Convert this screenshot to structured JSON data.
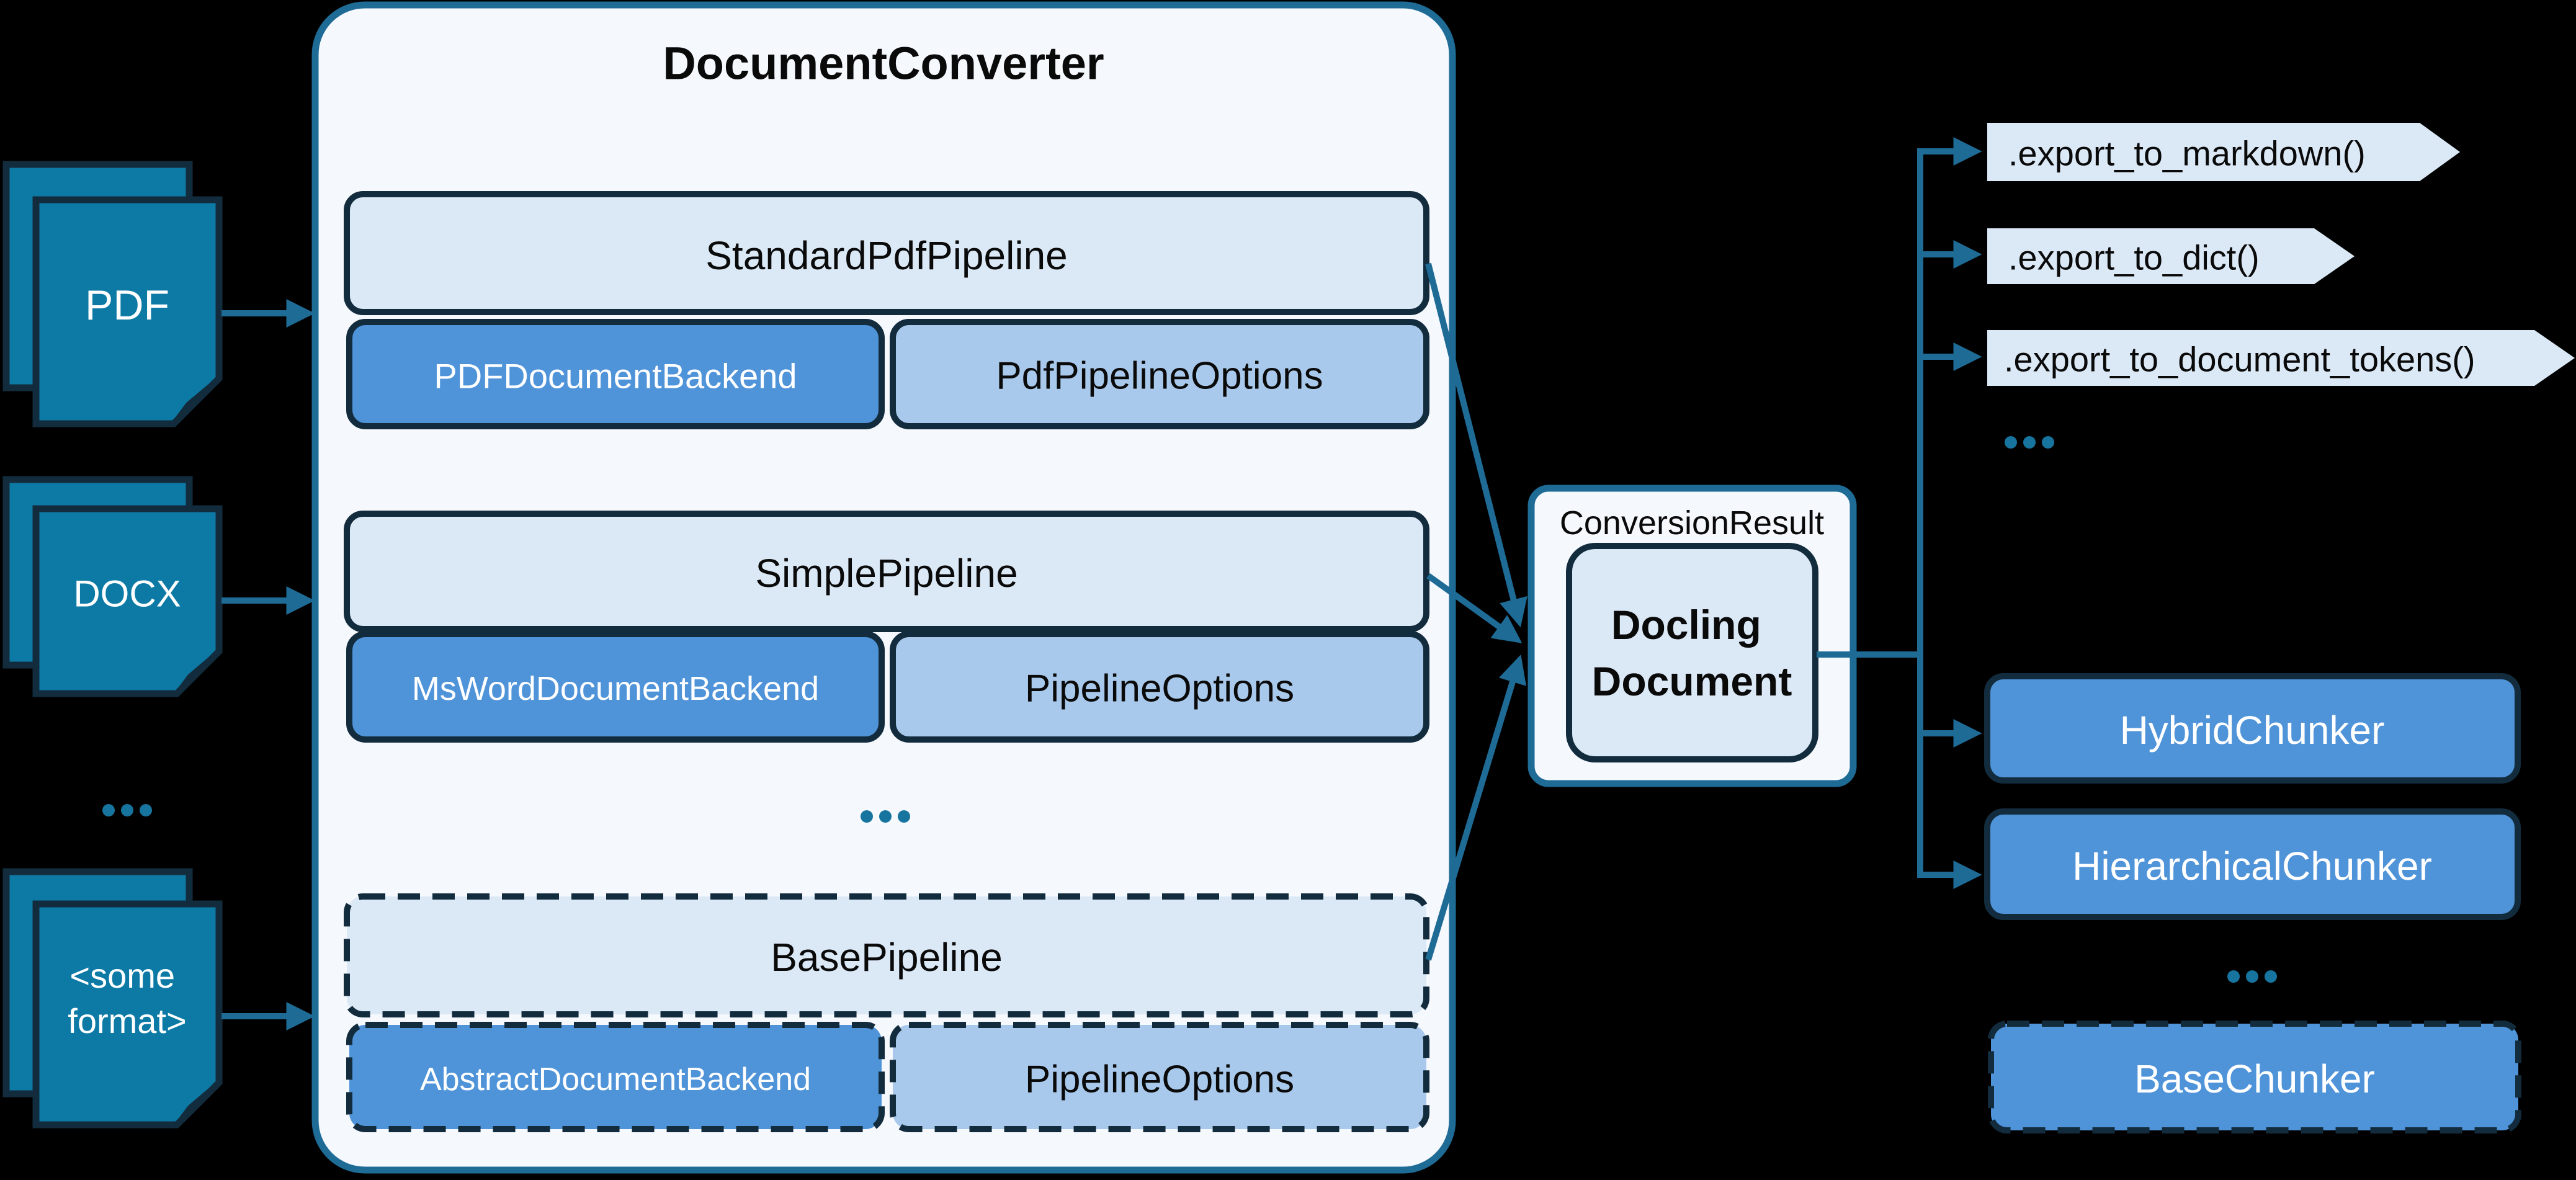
{
  "title": "DocumentConverter",
  "inputs": [
    {
      "label": "PDF"
    },
    {
      "label": "DOCX"
    },
    {
      "label_line1": "<some",
      "label_line2": "format>"
    }
  ],
  "pipelines": [
    {
      "name": "StandardPdfPipeline",
      "backend": "PDFDocumentBackend",
      "options": "PdfPipelineOptions"
    },
    {
      "name": "SimplePipeline",
      "backend": "MsWordDocumentBackend",
      "options": "PipelineOptions"
    },
    {
      "name": "BasePipeline",
      "backend": "AbstractDocumentBackend",
      "options": "PipelineOptions"
    }
  ],
  "result": {
    "label": "ConversionResult",
    "doc_line1": "Docling",
    "doc_line2": "Document"
  },
  "exports": [
    {
      "label": ".export_to_markdown()"
    },
    {
      "label": ".export_to_dict()"
    },
    {
      "label": ".export_to_document_tokens()"
    }
  ],
  "chunkers": [
    {
      "name": "HybridChunker"
    },
    {
      "name": "HierarchicalChunker"
    },
    {
      "name": "BaseChunker"
    }
  ],
  "colors": {
    "background": "#000000",
    "container_fill": "#f5f8fd",
    "teal_border": "#1e6b96",
    "dark_border": "#132c3d",
    "light_blue": "#dbe8f6",
    "medium_blue": "#4f93d9",
    "pale_blue": "#a9c9ec",
    "doc_teal": "#0d7aa6",
    "doc_fold": "#0f82ad",
    "arrow": "#1e6b96",
    "dots": "#17749f"
  }
}
